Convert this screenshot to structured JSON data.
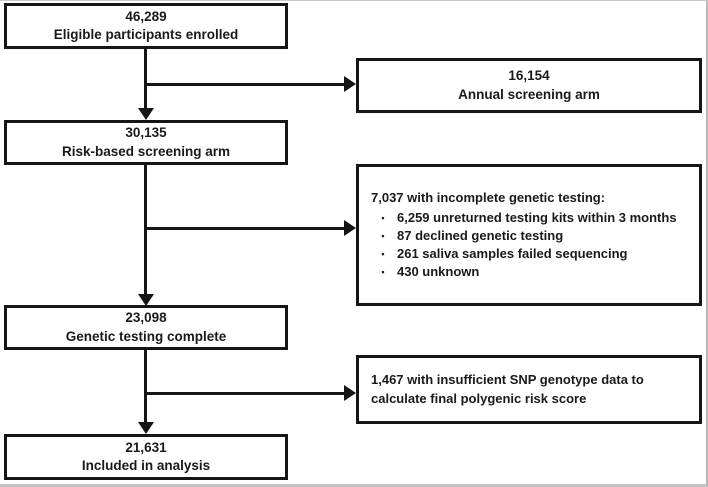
{
  "diagram": {
    "type": "consort-flowchart",
    "colors": {
      "box_border": "#151515",
      "text": "#1a1a1a",
      "background": "#ffffff",
      "frame_edge": "#c2c2c2"
    },
    "bullet_char": "▪",
    "boxes": {
      "enrolled": {
        "number": "46,289",
        "label": "Eligible participants enrolled"
      },
      "annual": {
        "number": "16,154",
        "label": "Annual screening arm"
      },
      "risk": {
        "number": "30,135",
        "label": "Risk-based screening arm"
      },
      "incomplete": {
        "heading": "7,037 with incomplete genetic testing:",
        "bullets": [
          "6,259 unreturned testing kits within 3 months",
          "87 declined genetic testing",
          "261 saliva samples failed sequencing",
          "430 unknown"
        ]
      },
      "complete": {
        "number": "23,098",
        "label": "Genetic testing complete"
      },
      "insufficient": {
        "text": "1,467 with insufficient SNP genotype data to calculate final polygenic risk score"
      },
      "analysis": {
        "number": "21,631",
        "label": "Included in analysis"
      }
    }
  }
}
